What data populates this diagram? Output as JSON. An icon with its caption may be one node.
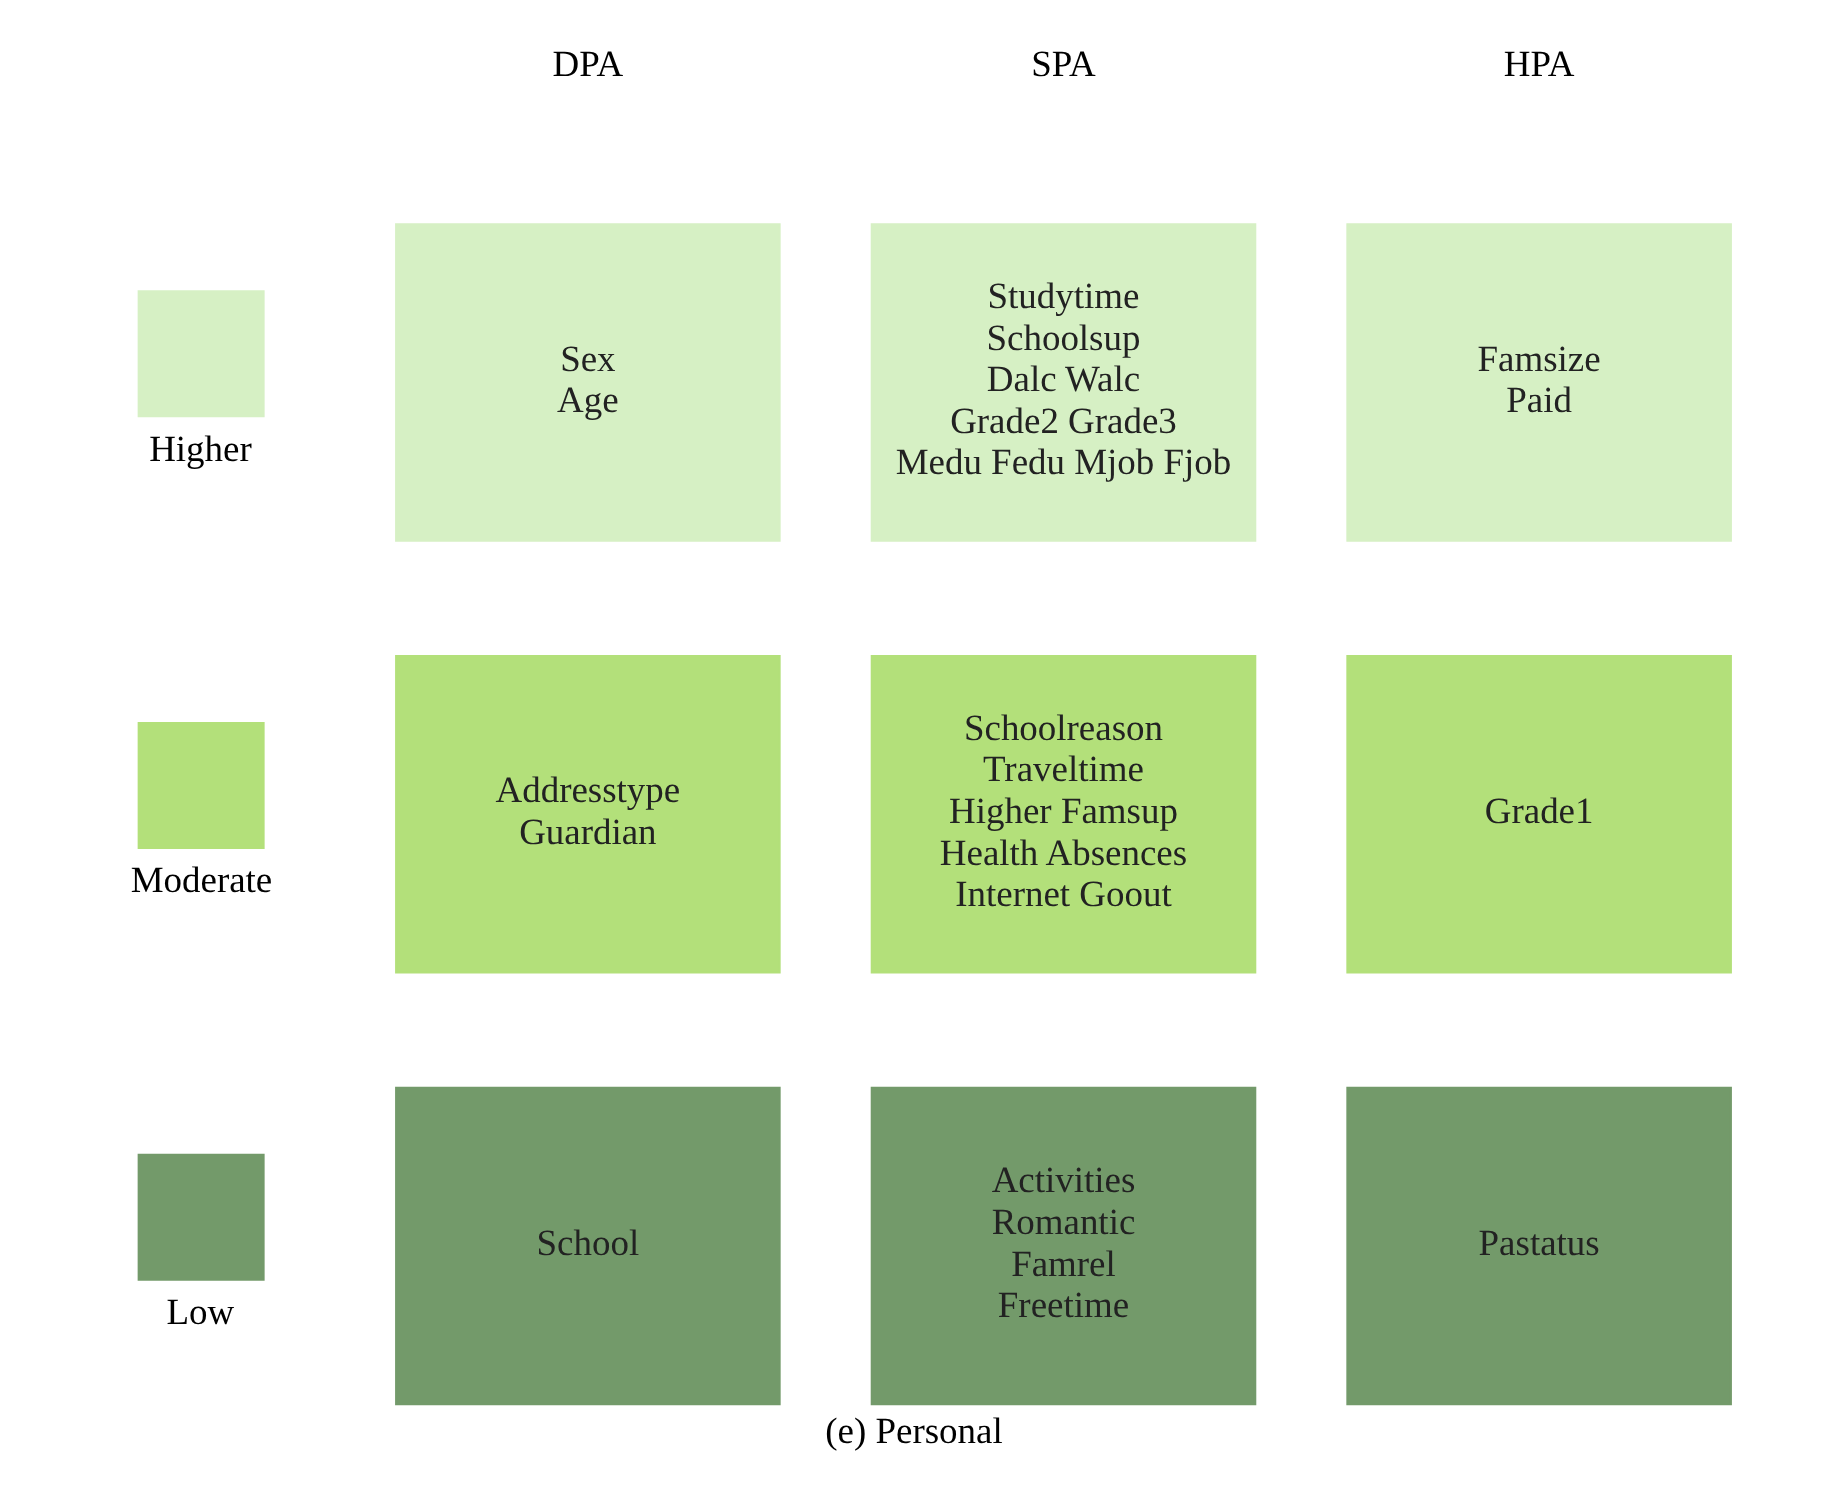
{
  "diagram": {
    "caption": "(e) Personal",
    "nodes": [
      {
        "text": [
          "Sex",
          "Age"
        ]
      },
      {
        "text": [
          "Studytime",
          "Schoolsup",
          "Dalc Walc",
          "Grade2 Grade3",
          "Medu Fedu Mjob Fjob"
        ]
      },
      {
        "text": [
          "Famsize",
          "Paid"
        ]
      },
      {
        "text": [
          "Addresstype",
          "Guardian"
        ]
      },
      {
        "text": [
          "Schoolreason",
          "Traveltime",
          "Higher Famsup",
          "Health Absences",
          "Internet Goout"
        ]
      },
      {
        "text": [
          "Grade1"
        ]
      },
      {
        "text": [
          "School"
        ]
      },
      {
        "text": [
          "Activities",
          "Romantic",
          "Famrel",
          "Freetime"
        ]
      },
      {
        "text": [
          "Pastatus"
        ]
      }
    ],
    "labels": [
      "DPA",
      "SPA",
      "HPA"
    ],
    "legend": [
      {
        "text": "Higher",
        "color": "#d6f0c4"
      },
      {
        "text": "Moderate",
        "color": "#b3e07a"
      },
      {
        "text": "Low",
        "color": "#739a6a"
      }
    ]
  }
}
